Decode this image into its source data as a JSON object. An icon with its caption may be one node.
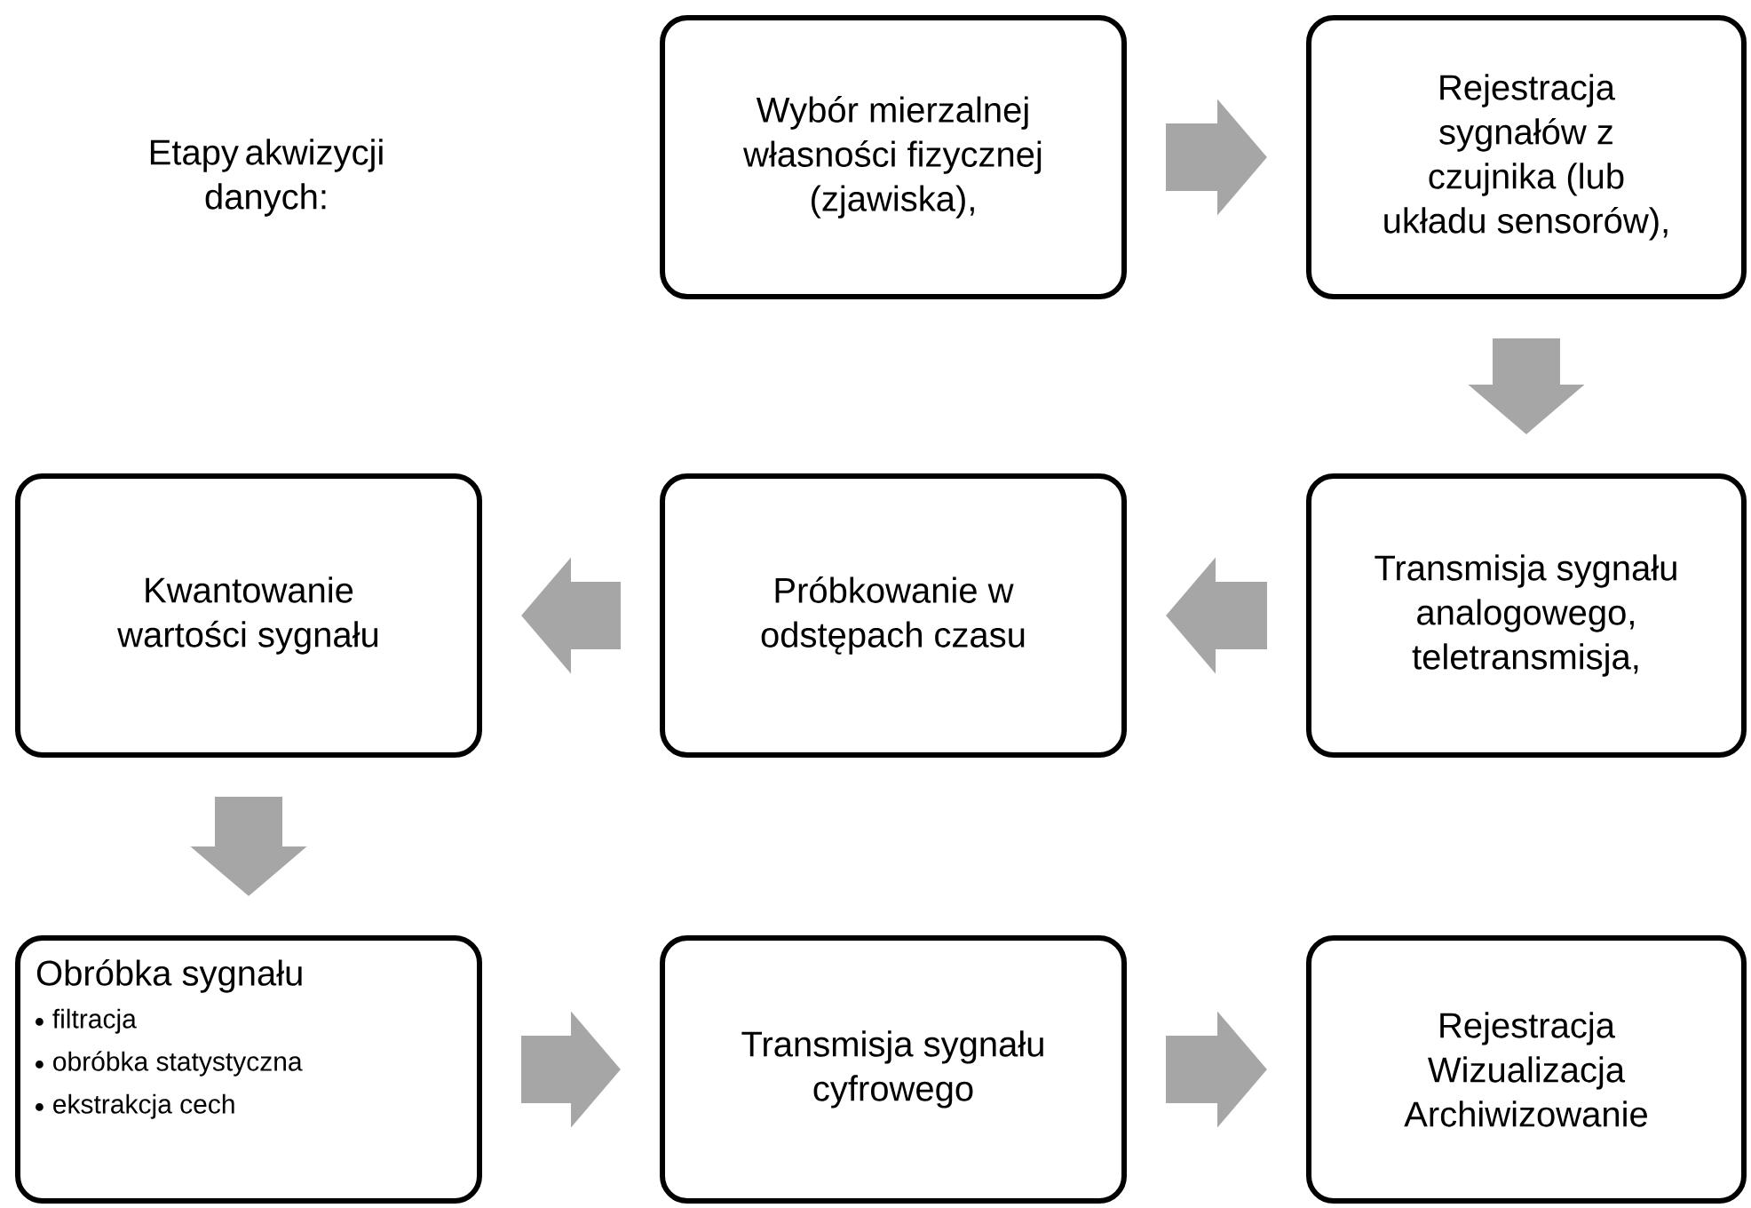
{
  "diagram": {
    "nodes": [
      {
        "text": [
          "Wybór mierzalnej własności fizycznej (zjawiska),"
        ]
      },
      {
        "text": [
          "Rejestracja sygnałów z czujnika (lub układu sensorów),"
        ]
      },
      {
        "text": [
          "Transmisja sygnału analogowego, teletransmisja,"
        ]
      },
      {
        "text": [
          "Próbkowanie w odstępach czasu"
        ]
      },
      {
        "text": [
          "Kwantowanie wartości sygnału"
        ]
      },
      {
        "text": [
          "Obróbka sygnału",
          "filtracja",
          "obróbka statystyczna",
          "ekstrakcja cech"
        ]
      },
      {
        "text": [
          "Transmisja sygnału cyfrowego"
        ]
      },
      {
        "text": [
          "Rejestracja Wizualizacja Archiwizowanie"
        ]
      }
    ],
    "edges": [
      {
        "from": 0,
        "to": 1,
        "arrow": "to"
      },
      {
        "from": 1,
        "to": 2,
        "arrow": "to"
      },
      {
        "from": 2,
        "to": 3,
        "arrow": "to"
      },
      {
        "from": 3,
        "to": 4,
        "arrow": "to"
      },
      {
        "from": 4,
        "to": 5,
        "arrow": "to"
      },
      {
        "from": 5,
        "to": 6,
        "arrow": "to"
      },
      {
        "from": 6,
        "to": 7,
        "arrow": "to"
      }
    ],
    "labels": [
      "Etapy akwizycji danych:"
    ]
  }
}
